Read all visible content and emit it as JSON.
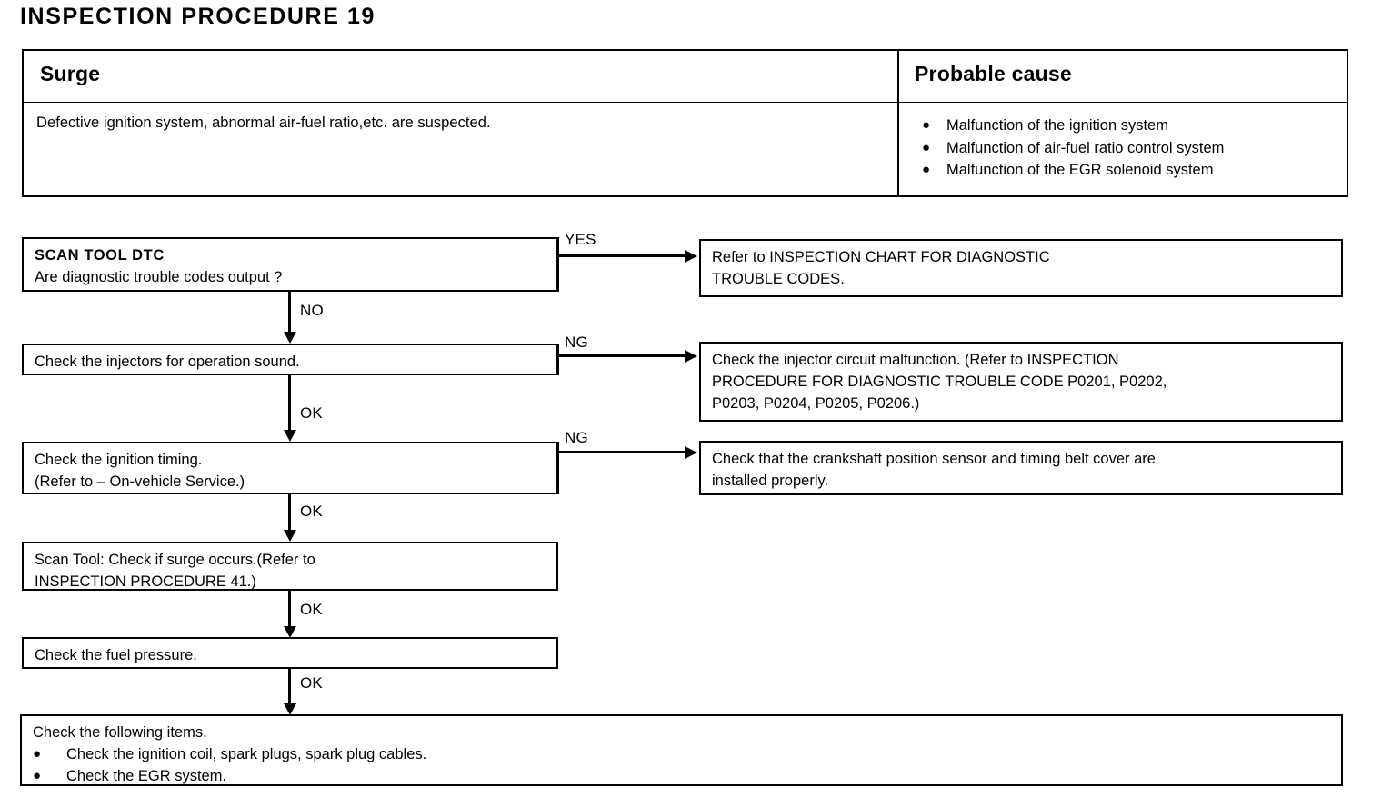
{
  "document": {
    "title": "INSPECTION  PROCEDURE  19"
  },
  "symptom_table": {
    "headers": {
      "symptom": "Surge",
      "probable_cause": "Probable cause"
    },
    "symptom_description": "Defective ignition system, abnormal air-fuel ratio,etc. are suspected.",
    "bullet_glyph": "●",
    "probable_causes": [
      "Malfunction of the  ignition  system",
      "Malfunction of air-fuel ratio control system",
      "Malfunction of  the  EGR solenoid   system"
    ]
  },
  "flowchart": {
    "step1": {
      "heading": "SCAN TOOL DTC",
      "question": "Are diagnostic trouble codes output ?",
      "yes_label": "YES",
      "no_label": "NO"
    },
    "step1_result": {
      "line1": "Refer  to   INSPECTION   CHART   FOR   DIAGNOSTIC",
      "line2": "TROUBLE CODES."
    },
    "step2": {
      "text": "Check the injectors for operation sound.",
      "ng_label": "NG",
      "ok_label": "OK"
    },
    "step2_result": {
      "line1": "Check the injector circuit malfunction. (Refer to INSPECTION",
      "line2": "PROCEDURE FOR DIAGNOSTIC TROUBLE CODE P0201, P0202,",
      "line3": "P0203, P0204, P0205, P0206.)"
    },
    "step3": {
      "line1": "Check the ignition timing.",
      "line2": "(Refer to  –  On-vehicle Service.)",
      "ng_label": "NG",
      "ok_label": "OK"
    },
    "step3_result": {
      "line1": "Check that the crankshaft position sensor and timing belt cover are",
      "line2": "installed properly."
    },
    "step4": {
      "line1": "Scan  Tool:  Check  if  surge  occurs.(Refer  to",
      "line2": "INSPECTION PROCEDURE 41.)",
      "ok_label": "OK"
    },
    "step5": {
      "text": "Check the fuel pressure.",
      "ok_label": "OK"
    },
    "step6": {
      "intro": "Check the following items.",
      "bullet_glyph": "●",
      "items": [
        "Check the ignition coil, spark plugs, spark plug cables.",
        "Check the EGR system."
      ]
    }
  }
}
